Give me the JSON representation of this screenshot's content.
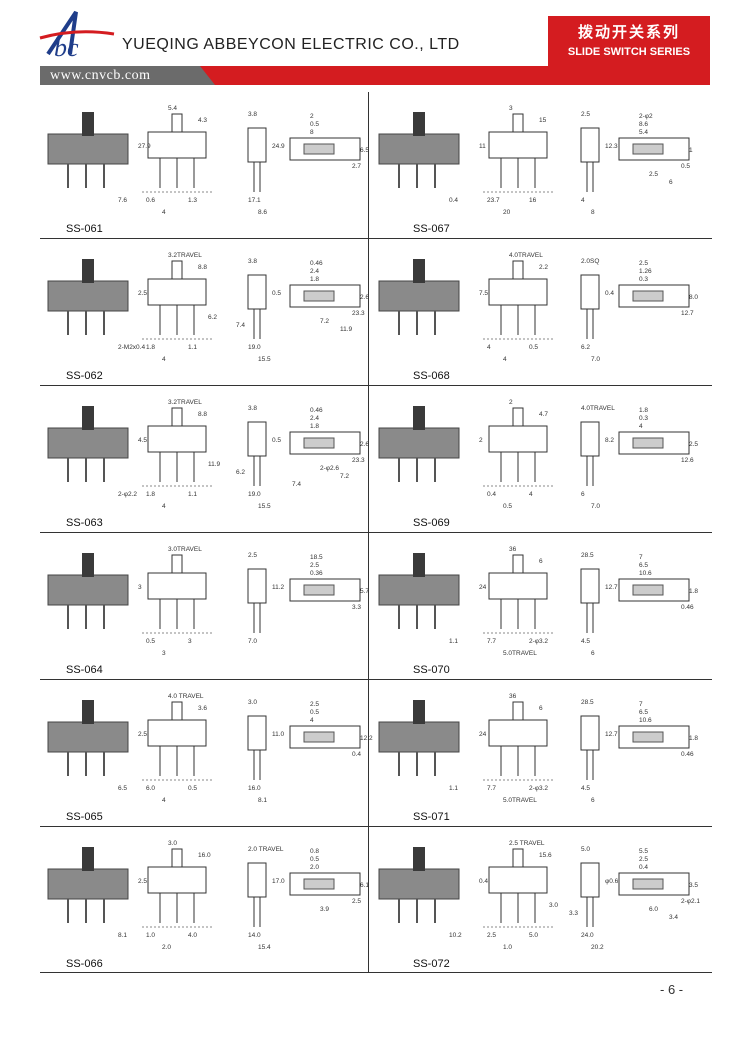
{
  "header": {
    "company": "YUEQING ABBEYCON ELECTRIC CO., LTD",
    "logo_text": "Abc",
    "series_cn": "拨动开关系列",
    "series_en": "SLIDE SWITCH SERIES",
    "website": "www.cnvcb.com"
  },
  "products": [
    {
      "model": "SS-061",
      "dims": [
        "5.4",
        "3.8",
        "27.9",
        "24.9",
        "0.6",
        "1.3",
        "4",
        "8",
        "0.5",
        "2",
        "6.5",
        "2.7",
        "17.1",
        "8.6",
        "4.3",
        "7.6"
      ]
    },
    {
      "model": "SS-067",
      "dims": [
        "3",
        "2.5",
        "11",
        "12.3",
        "23.7",
        "16",
        "20",
        "5.4",
        "8.6",
        "2-φ2",
        "1",
        "0.5",
        "4",
        "8",
        "15",
        "0.4",
        "2.5",
        "6"
      ]
    },
    {
      "model": "SS-062",
      "dims": [
        "3.2TRAVEL",
        "3.8",
        "2.5",
        "0.5",
        "1.8",
        "1.1",
        "4",
        "1.8",
        "2.4",
        "0.46",
        "2.6",
        "23.3",
        "19.0",
        "15.5",
        "8.8",
        "2-M2x0.4",
        "7.2",
        "11.9",
        "6.2",
        "7.4"
      ]
    },
    {
      "model": "SS-068",
      "dims": [
        "4.0TRAVEL",
        "2.0SQ",
        "7.5",
        "0.4",
        "4",
        "0.5",
        "4",
        "0.3",
        "1.26",
        "2.5",
        "8.0",
        "12.7",
        "6.2",
        "7.0",
        "2.2"
      ]
    },
    {
      "model": "SS-063",
      "dims": [
        "3.2TRAVEL",
        "3.8",
        "4.5",
        "0.5",
        "1.8",
        "1.1",
        "4",
        "1.8",
        "2.4",
        "0.46",
        "2.6",
        "23.3",
        "19.0",
        "15.5",
        "8.8",
        "2-φ2.2",
        "2-φ2.6",
        "7.2",
        "11.9",
        "6.2",
        "7.4"
      ]
    },
    {
      "model": "SS-069",
      "dims": [
        "2",
        "4.0TRAVEL",
        "2",
        "8.2",
        "0.4",
        "4",
        "0.5",
        "4",
        "0.3",
        "1.8",
        "2.5",
        "12.6",
        "6",
        "7.0",
        "4.7"
      ]
    },
    {
      "model": "SS-064",
      "dims": [
        "3.0TRAVEL",
        "2.5",
        "3",
        "11.2",
        "0.5",
        "3",
        "3",
        "0.36",
        "2.5",
        "18.5",
        "5.7",
        "3.3",
        "7.0"
      ]
    },
    {
      "model": "SS-070",
      "dims": [
        "36",
        "28.5",
        "24",
        "12.7",
        "7.7",
        "2-φ3.2",
        "5.0TRAVEL",
        "10.6",
        "6.5",
        "7",
        "1.8",
        "0.46",
        "4.5",
        "6",
        "6",
        "1.1"
      ]
    },
    {
      "model": "SS-065",
      "dims": [
        "4.0 TRAVEL",
        "3.0",
        "2.5",
        "11.0",
        "6.0",
        "0.5",
        "4",
        "4",
        "0.5",
        "2.5",
        "12.2",
        "0.4",
        "16.0",
        "8.1",
        "3.6",
        "6.5"
      ]
    },
    {
      "model": "SS-071",
      "dims": [
        "36",
        "28.5",
        "24",
        "12.7",
        "7.7",
        "2-φ3.2",
        "5.0TRAVEL",
        "10.6",
        "6.5",
        "7",
        "1.8",
        "0.46",
        "4.5",
        "6",
        "6",
        "1.1"
      ]
    },
    {
      "model": "SS-066",
      "dims": [
        "3.0",
        "2.0 TRAVEL",
        "2.5",
        "17.0",
        "1.0",
        "4.0",
        "2.0",
        "2.0",
        "0.5",
        "0.8",
        "6.1",
        "2.5",
        "14.0",
        "15.4",
        "16.0",
        "8.1",
        "3.9"
      ]
    },
    {
      "model": "SS-072",
      "dims": [
        "2.5 TRAVEL",
        "5.0",
        "0.4",
        "φ0.6",
        "2.5",
        "5.0",
        "1.0",
        "0.4",
        "2.5",
        "5.5",
        "3.5",
        "2-φ2.1",
        "24.0",
        "20.2",
        "15.6",
        "10.2",
        "6.0",
        "3.4",
        "3.0",
        "3.3"
      ]
    }
  ],
  "page": {
    "number": "- 6 -"
  },
  "colors": {
    "red": "#d41c20",
    "grey": "#6b6b6b"
  }
}
